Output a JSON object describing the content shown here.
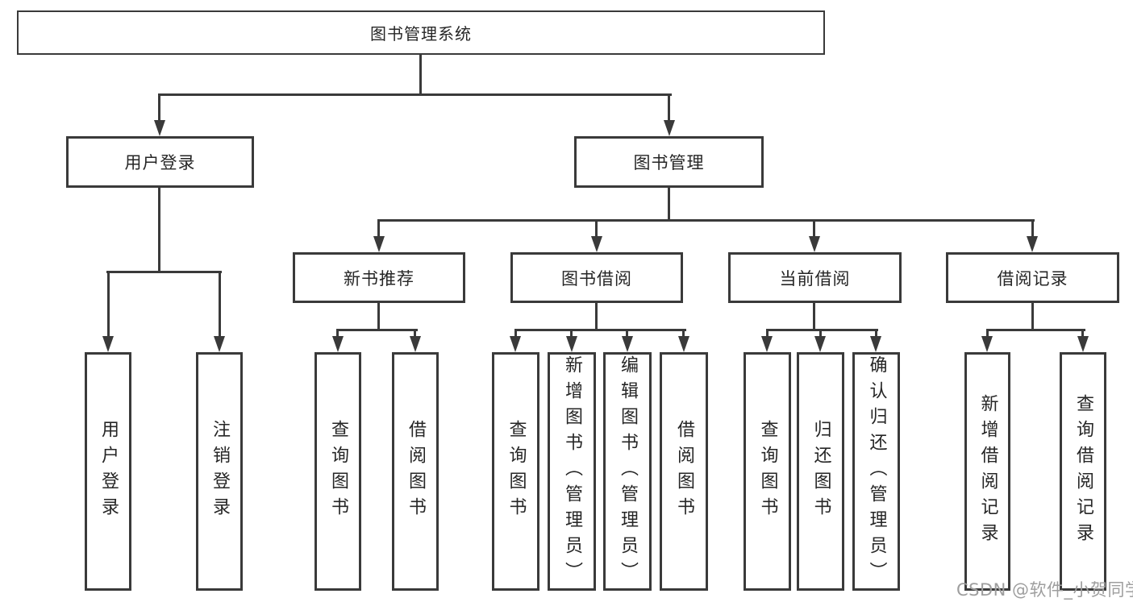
{
  "diagram": {
    "root": "图书管理系统",
    "user_login": {
      "label": "用户登录",
      "children": [
        "用户登录",
        "注销登录"
      ]
    },
    "book_mgmt": {
      "label": "图书管理",
      "new_books": {
        "label": "新书推荐",
        "children": [
          "查询图书",
          "借阅图书"
        ]
      },
      "borrowing": {
        "label": "图书借阅",
        "children": [
          "查询图书",
          "新增图书（管理员）",
          "编辑图书（管理员）",
          "借阅图书"
        ]
      },
      "current": {
        "label": "当前借阅",
        "children": [
          "查询图书",
          "归还图书",
          "确认归还（管理员）"
        ]
      },
      "records": {
        "label": "借阅记录",
        "children": [
          "新增借阅记录",
          "查询借阅记录"
        ]
      }
    }
  },
  "watermark": "CSDN @软件_小贺同学",
  "colors": {
    "line": "#3a3a3a",
    "text": "#262626",
    "watermark": "#9e9e9e",
    "background": "#ffffff"
  }
}
